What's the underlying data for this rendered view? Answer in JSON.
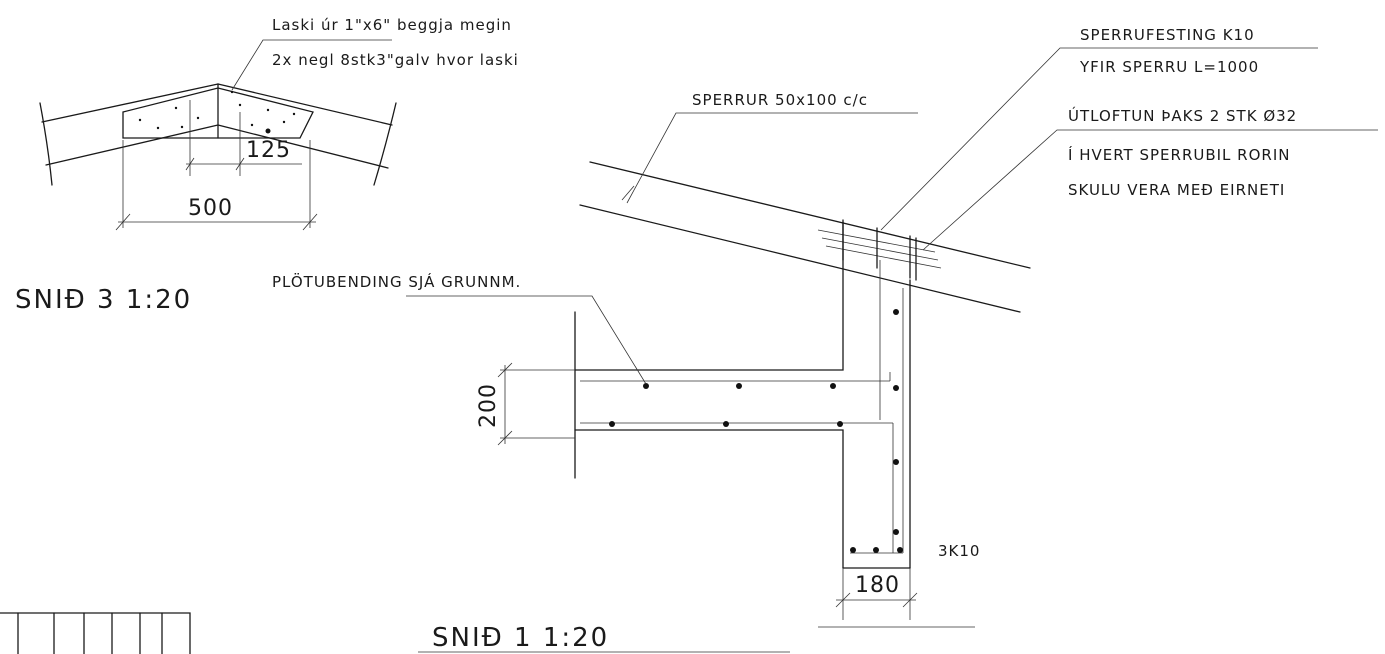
{
  "notes": {
    "laski_line1": "Laski úr 1\"x6\" beggja megin",
    "laski_line2": "2x negl 8stk3\"galv hvor laski",
    "sperrur": "SPERRUR 50x100 c/c",
    "sperrufesting_line1": "SPERRUFESTING K10",
    "sperrufesting_line2": "YFIR SPERRU L=1000",
    "utloftun_line1": "ÚTLOFTUN ÞAKS 2 STK Ø32",
    "utloftun_line2": "Í HVERT SPERRUBIL RORIN",
    "utloftun_line3": "SKULU VERA MEÐ EIRNETI",
    "plotubending": "PLÖTUBENDING SJÁ GRUNNM.",
    "rebar_bottom": "3K10"
  },
  "dimensions": {
    "d125": "125",
    "d500": "500",
    "d200": "200",
    "d180": "180"
  },
  "titles": {
    "section3": "SNIÐ 3 1:20",
    "section1": "SNIÐ 1 1:20"
  }
}
